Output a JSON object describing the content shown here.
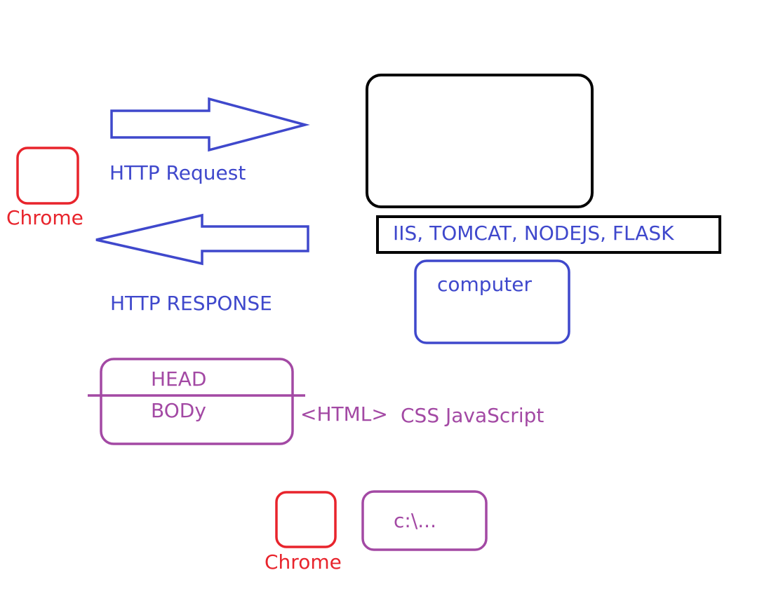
{
  "labels": {
    "http_request": "HTTP Request",
    "http_response": "HTTP RESPONSE",
    "chrome_top": "Chrome",
    "chrome_bottom": "Chrome",
    "server_list": "IIS, TOMCAT, NODEJS, FLASK",
    "computer": "computer",
    "head": "HEAD",
    "body": "BODy",
    "html_tag": "<HTML>",
    "css_js": "CSS JavaScript",
    "local_path": "c:\\..."
  },
  "colors": {
    "red": "#e8242c",
    "blue": "#3f48cc",
    "purple": "#a349a4",
    "black": "#000000"
  }
}
